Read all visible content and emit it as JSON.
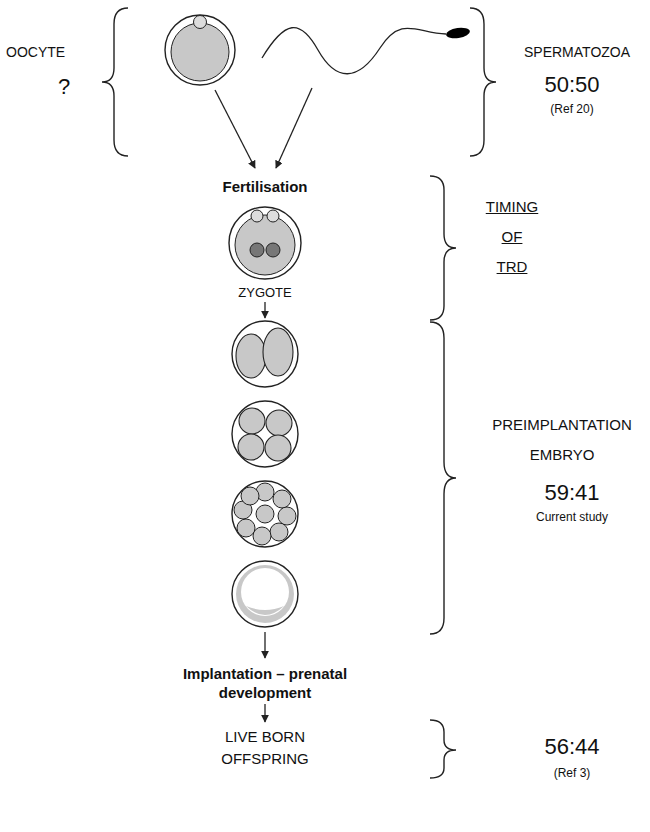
{
  "diagram": {
    "labels": [
      "OOCYTE",
      "?",
      "SPERMATOZOA",
      "50:50",
      "(Ref 20)",
      "Fertilisation",
      "ZYGOTE",
      "TIMING OF TRD",
      "PREIMPLANTATION EMBRYO",
      "59:41",
      "Current study",
      "Implantation – prenatal development",
      "LIVE BORN OFFSPRING",
      "56:44",
      "(Ref 3)"
    ]
  }
}
